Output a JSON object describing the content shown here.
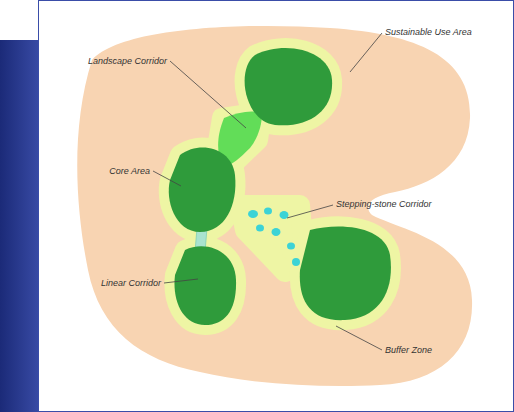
{
  "diagram": {
    "labels": [
      "Landscape Corridor",
      "Sustainable Use Area",
      "Core Area",
      "Stepping-stone Corridor",
      "Linear Corridor",
      "Buffer Zone"
    ]
  }
}
